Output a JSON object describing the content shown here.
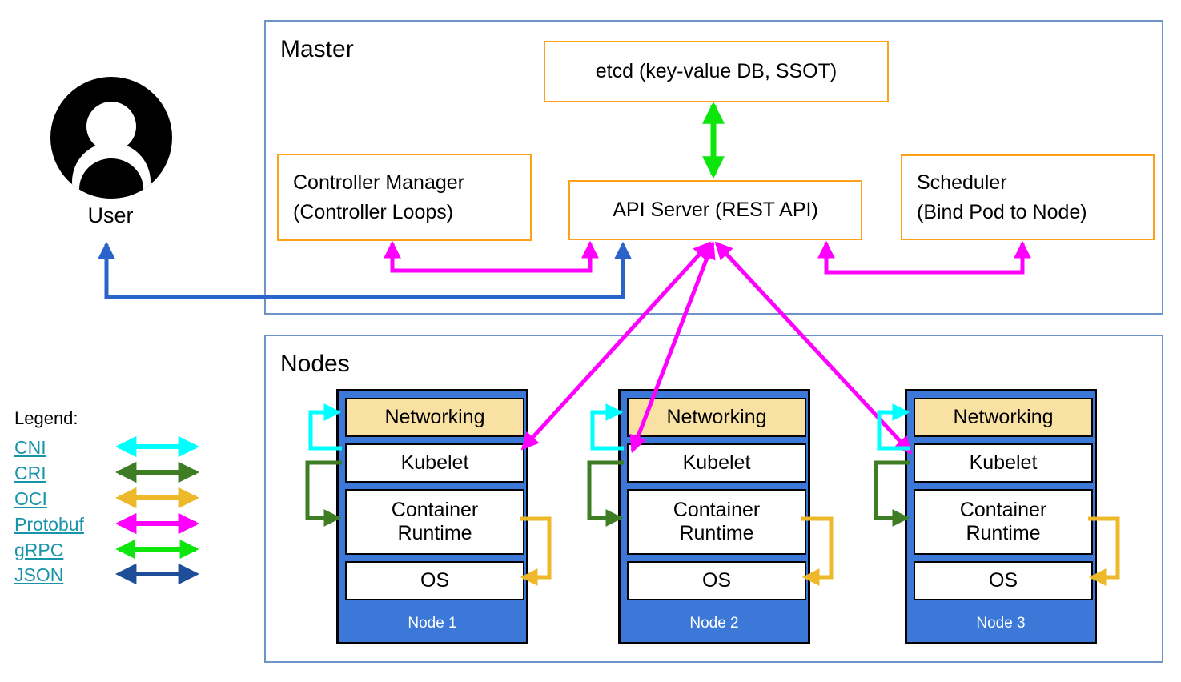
{
  "master": {
    "title": "Master",
    "etcd_label": "etcd (key-value DB, SSOT)",
    "api_server_label": "API Server (REST API)",
    "controller_manager": {
      "line1": "Controller Manager",
      "line2": "(Controller Loops)"
    },
    "scheduler": {
      "line1": "Scheduler",
      "line2": "(Bind Pod to Node)"
    }
  },
  "nodes": {
    "title": "Nodes",
    "layer_labels": {
      "networking": "Networking",
      "kubelet": "Kubelet",
      "container_runtime": "Container Runtime",
      "os": "OS"
    },
    "stacks": [
      {
        "name": "Node 1"
      },
      {
        "name": "Node 2"
      },
      {
        "name": "Node 3"
      }
    ]
  },
  "user": {
    "label": "User"
  },
  "legend": {
    "title": "Legend:",
    "items": [
      {
        "label": "CNI",
        "color": "#00FFFF"
      },
      {
        "label": "CRI",
        "color": "#3E7D23"
      },
      {
        "label": "OCI",
        "color": "#EDB829"
      },
      {
        "label": "Protobuf",
        "color": "#FF00FF"
      },
      {
        "label": "gRPC",
        "color": "#0CE60C"
      },
      {
        "label": "JSON",
        "color": "#1F4E99"
      }
    ]
  },
  "colors": {
    "orange_box_border": "#FFA019",
    "region_box_border": "#6E93C8",
    "node_fill": "#3C78D8",
    "networking_fill": "#F8E1A3",
    "user_arrow_blue": "#2A63C9",
    "legend_link": "#1894AA"
  }
}
